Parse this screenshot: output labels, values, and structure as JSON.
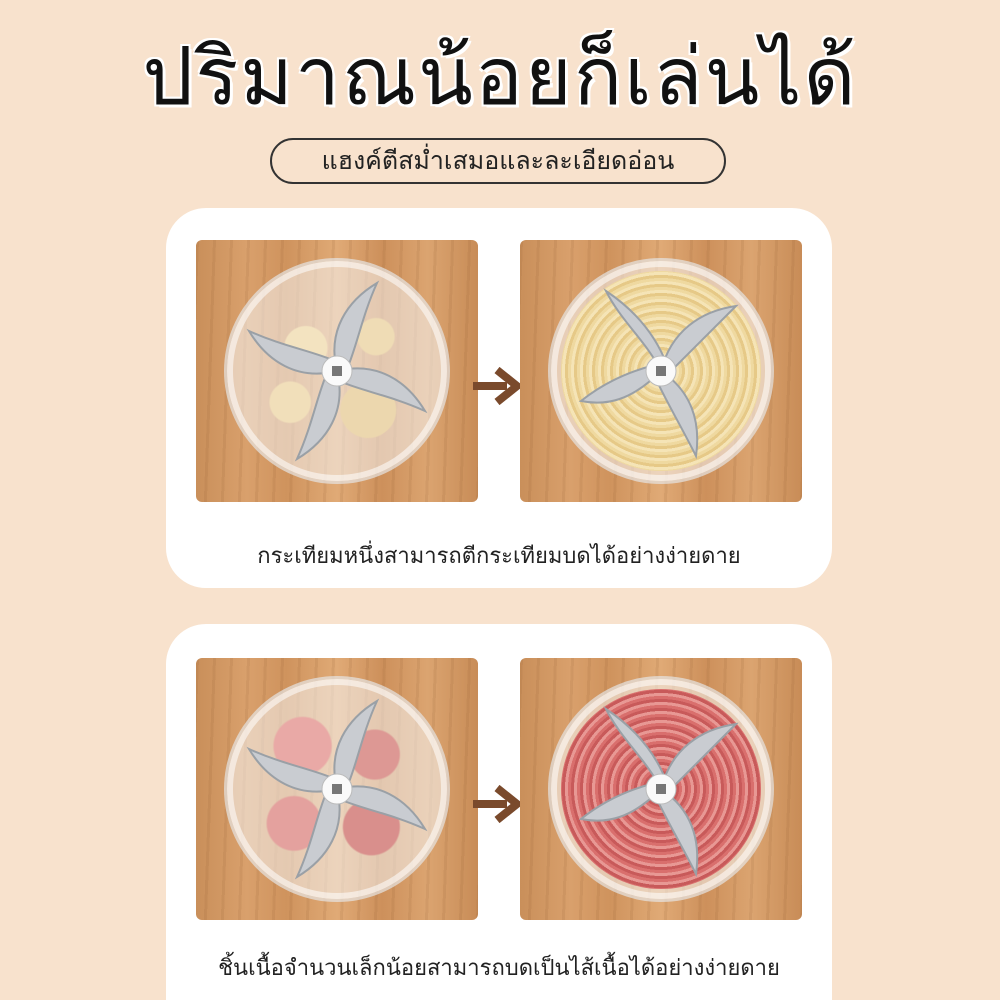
{
  "header": {
    "title": "ปริมาณน้อยก็เล่นได้",
    "subtitle": "แฮงค์ตีสม่ำเสมอและละเอียดอ่อน"
  },
  "panels": [
    {
      "caption": "กระเทียมหนึ่งสามารถตีกระเทียมบดได้อย่างง่ายดาย",
      "before_food": "garlic-cloves",
      "after_food": "minced-garlic"
    },
    {
      "caption": "ชิ้นเนื้อจำนวนเล็กน้อยสามารถบดเป็นไส้เนื้อได้อย่างง่ายดาย",
      "before_food": "meat-chunks",
      "after_food": "minced-meat"
    }
  ],
  "colors": {
    "background": "#f8e2cd",
    "card": "#ffffff",
    "arrow": "#7a4a2c"
  }
}
